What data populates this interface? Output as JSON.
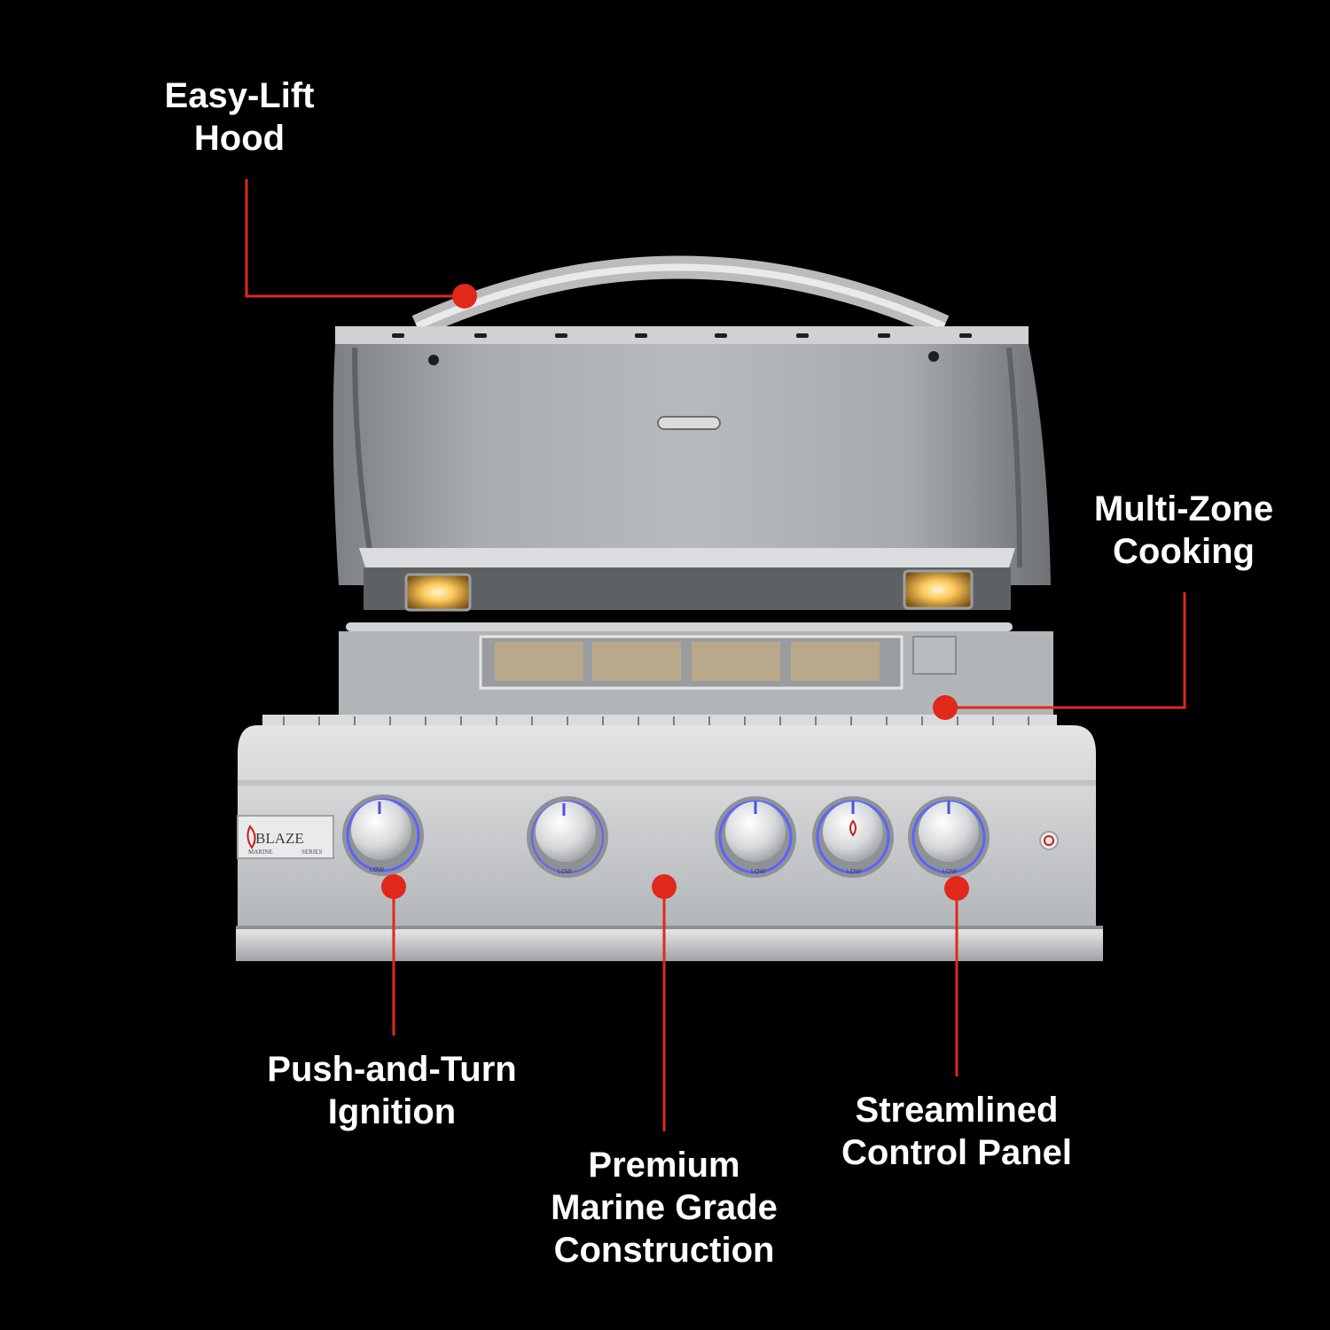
{
  "callouts": {
    "hood": {
      "line1": "Easy-Lift",
      "line2": "Hood"
    },
    "zones": {
      "line1": "Multi-Zone",
      "line2": "Cooking"
    },
    "ignition": {
      "line1": "Push-and-Turn",
      "line2": "Ignition"
    },
    "construction": {
      "line1": "Premium",
      "line2": "Marine Grade",
      "line3": "Construction"
    },
    "panel": {
      "line1": "Streamlined",
      "line2": "Control Panel"
    }
  },
  "brand": {
    "name": "BLAZE",
    "series_left": "MARINE",
    "series_right": "SERIES"
  },
  "knob_label": "LOW",
  "colors": {
    "background": "#000000",
    "accent": "#e0291b",
    "steel": "#c9cbcd",
    "knob_glow": "#5a63ff"
  },
  "icons": {
    "brand_flame": "flame-icon",
    "ignition_button": "power-button-icon"
  }
}
